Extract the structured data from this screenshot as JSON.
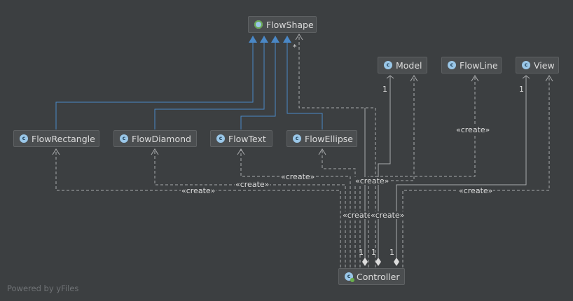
{
  "diagram": {
    "nodes": [
      {
        "id": "flowshape",
        "label": "FlowShape",
        "badge": "c",
        "kind": "abstract"
      },
      {
        "id": "model",
        "label": "Model",
        "badge": "c",
        "kind": "class"
      },
      {
        "id": "flowline",
        "label": "FlowLine",
        "badge": "c",
        "kind": "class"
      },
      {
        "id": "view",
        "label": "View",
        "badge": "c",
        "kind": "class"
      },
      {
        "id": "flowrectangle",
        "label": "FlowRectangle",
        "badge": "c",
        "kind": "class"
      },
      {
        "id": "flowdiamond",
        "label": "FlowDiamond",
        "badge": "c",
        "kind": "class"
      },
      {
        "id": "flowtext",
        "label": "FlowText",
        "badge": "c",
        "kind": "class"
      },
      {
        "id": "flowellipse",
        "label": "FlowEllipse",
        "badge": "c",
        "kind": "class"
      },
      {
        "id": "controller",
        "label": "Controller",
        "badge": "c",
        "kind": "main"
      }
    ],
    "edge_labels": {
      "create": "«create»",
      "one": "1",
      "many": "*"
    },
    "footer": "Powered by yFiles"
  },
  "colors": {
    "background": "#3c3f41",
    "node_fill": "#4b4e50",
    "inheritance": "#4a88c7",
    "dependency": "#a9abad",
    "text": "#dcdcdc"
  }
}
